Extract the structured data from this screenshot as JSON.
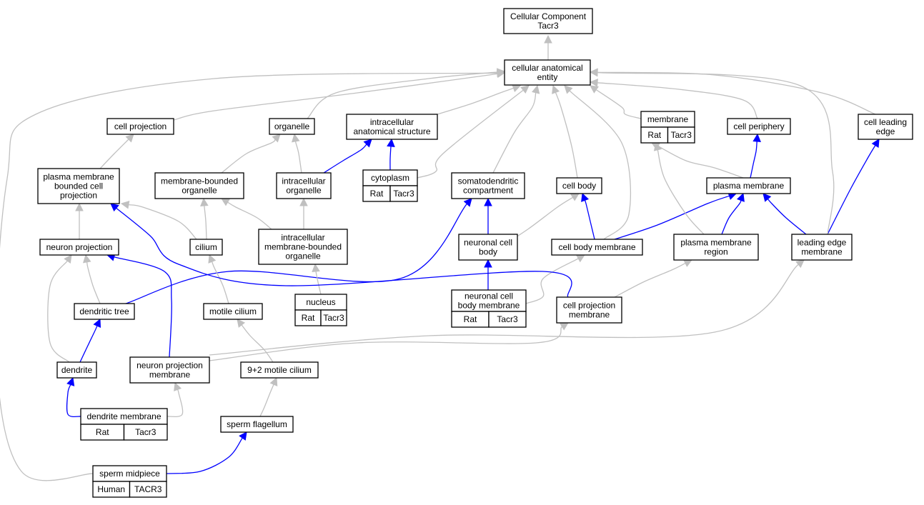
{
  "diagram": {
    "nodes": {
      "root": {
        "lines": [
          "Cellular Component",
          "Tacr3"
        ]
      },
      "cae": {
        "lines": [
          "cellular anatomical",
          "entity"
        ]
      },
      "cellproj": {
        "lines": [
          "cell projection"
        ]
      },
      "organelle": {
        "lines": [
          "organelle"
        ]
      },
      "ias": {
        "lines": [
          "intracellular",
          "anatomical structure"
        ]
      },
      "membrane": {
        "lines": [
          "membrane"
        ]
      },
      "cellperiph": {
        "lines": [
          "cell periphery"
        ]
      },
      "cle": {
        "lines": [
          "cell leading",
          "edge"
        ]
      },
      "pmbcp": {
        "lines": [
          "plasma membrane",
          "bounded cell",
          "projection"
        ]
      },
      "mbo": {
        "lines": [
          "membrane-bounded",
          "organelle"
        ]
      },
      "io": {
        "lines": [
          "intracellular",
          "organelle"
        ]
      },
      "cytoplasm": {
        "lines": [
          "cytoplasm"
        ]
      },
      "sdc": {
        "lines": [
          "somatodendritic",
          "compartment"
        ]
      },
      "cellbody": {
        "lines": [
          "cell body"
        ]
      },
      "pm": {
        "lines": [
          "plasma membrane"
        ]
      },
      "neuronproj": {
        "lines": [
          "neuron projection"
        ]
      },
      "cilium": {
        "lines": [
          "cilium"
        ]
      },
      "imbo": {
        "lines": [
          "intracellular",
          "membrane-bounded",
          "organelle"
        ]
      },
      "ncb": {
        "lines": [
          "neuronal cell",
          "body"
        ]
      },
      "cbm": {
        "lines": [
          "cell body membrane"
        ]
      },
      "pmr": {
        "lines": [
          "plasma membrane",
          "region"
        ]
      },
      "lem": {
        "lines": [
          "leading edge",
          "membrane"
        ]
      },
      "dtree": {
        "lines": [
          "dendritic tree"
        ]
      },
      "motcil": {
        "lines": [
          "motile cilium"
        ]
      },
      "nucleus": {
        "lines": [
          "nucleus"
        ]
      },
      "ncbm": {
        "lines": [
          "neuronal cell",
          "body membrane"
        ]
      },
      "cpm": {
        "lines": [
          "cell projection",
          "membrane"
        ]
      },
      "dendrite": {
        "lines": [
          "dendrite"
        ]
      },
      "npm": {
        "lines": [
          "neuron projection",
          "membrane"
        ]
      },
      "nine2": {
        "lines": [
          "9+2 motile cilium"
        ]
      },
      "dm": {
        "lines": [
          "dendrite membrane"
        ]
      },
      "sf": {
        "lines": [
          "sperm flagellum"
        ]
      },
      "smp": {
        "lines": [
          "sperm midpiece"
        ]
      }
    },
    "annotations": {
      "membrane": {
        "species": "Rat",
        "gene": "Tacr3",
        "color": "#FFD700"
      },
      "cytoplasm": {
        "species": "Rat",
        "gene": "Tacr3",
        "color": "#FFD700"
      },
      "nucleus": {
        "species": "Rat",
        "gene": "Tacr3",
        "color": "#FFD700"
      },
      "ncbm": {
        "species": "Rat",
        "gene": "Tacr3",
        "color": "#FFD700"
      },
      "dm": {
        "species": "Rat",
        "gene": "Tacr3",
        "color": "#FFD700"
      },
      "smp": {
        "species": "Human",
        "gene": "TACR3",
        "color": "#FF6347"
      }
    },
    "edges": [
      {
        "from": "cae",
        "to": "root",
        "rel": "is_a"
      },
      {
        "from": "cellproj",
        "to": "cae",
        "rel": "is_a"
      },
      {
        "from": "organelle",
        "to": "cae",
        "rel": "is_a"
      },
      {
        "from": "ias",
        "to": "cae",
        "rel": "is_a"
      },
      {
        "from": "membrane",
        "to": "cae",
        "rel": "is_a"
      },
      {
        "from": "cellperiph",
        "to": "cae",
        "rel": "is_a"
      },
      {
        "from": "cle",
        "to": "cae",
        "rel": "is_a"
      },
      {
        "from": "pmbcp",
        "to": "cellproj",
        "rel": "is_a"
      },
      {
        "from": "mbo",
        "to": "organelle",
        "rel": "is_a"
      },
      {
        "from": "io",
        "to": "organelle",
        "rel": "is_a"
      },
      {
        "from": "io",
        "to": "ias",
        "rel": "part_of"
      },
      {
        "from": "cytoplasm",
        "to": "ias",
        "rel": "part_of"
      },
      {
        "from": "cytoplasm",
        "to": "cae",
        "rel": "is_a"
      },
      {
        "from": "sdc",
        "to": "cae",
        "rel": "is_a"
      },
      {
        "from": "cellbody",
        "to": "cae",
        "rel": "is_a"
      },
      {
        "from": "cbm",
        "to": "cae",
        "rel": "is_a"
      },
      {
        "from": "pm",
        "to": "membrane",
        "rel": "is_a"
      },
      {
        "from": "pm",
        "to": "cellperiph",
        "rel": "part_of"
      },
      {
        "from": "neuronproj",
        "to": "pmbcp",
        "rel": "is_a"
      },
      {
        "from": "cilium",
        "to": "pmbcp",
        "rel": "is_a"
      },
      {
        "from": "cilium",
        "to": "mbo",
        "rel": "is_a"
      },
      {
        "from": "imbo",
        "to": "mbo",
        "rel": "is_a"
      },
      {
        "from": "imbo",
        "to": "io",
        "rel": "is_a"
      },
      {
        "from": "ncb",
        "to": "sdc",
        "rel": "part_of"
      },
      {
        "from": "ncb",
        "to": "cellbody",
        "rel": "is_a"
      },
      {
        "from": "cbm",
        "to": "cellbody",
        "rel": "part_of"
      },
      {
        "from": "cbm",
        "to": "pm",
        "rel": "part_of"
      },
      {
        "from": "pmr",
        "to": "membrane",
        "rel": "is_a"
      },
      {
        "from": "pmr",
        "to": "pm",
        "rel": "part_of"
      },
      {
        "from": "lem",
        "to": "pm",
        "rel": "part_of"
      },
      {
        "from": "lem",
        "to": "cle",
        "rel": "part_of"
      },
      {
        "from": "lem",
        "to": "cae",
        "rel": "is_a"
      },
      {
        "from": "dtree",
        "to": "neuronproj",
        "rel": "is_a"
      },
      {
        "from": "dtree",
        "to": "sdc",
        "rel": "part_of"
      },
      {
        "from": "motcil",
        "to": "cilium",
        "rel": "is_a"
      },
      {
        "from": "nucleus",
        "to": "imbo",
        "rel": "is_a"
      },
      {
        "from": "ncbm",
        "to": "ncb",
        "rel": "part_of"
      },
      {
        "from": "ncbm",
        "to": "cbm",
        "rel": "is_a"
      },
      {
        "from": "cpm",
        "to": "pmbcp",
        "rel": "part_of"
      },
      {
        "from": "cpm",
        "to": "pmr",
        "rel": "is_a"
      },
      {
        "from": "dendrite",
        "to": "dtree",
        "rel": "part_of"
      },
      {
        "from": "dendrite",
        "to": "neuronproj",
        "rel": "is_a"
      },
      {
        "from": "npm",
        "to": "neuronproj",
        "rel": "part_of"
      },
      {
        "from": "npm",
        "to": "cpm",
        "rel": "is_a"
      },
      {
        "from": "npm",
        "to": "lem",
        "rel": "is_a"
      },
      {
        "from": "nine2",
        "to": "motcil",
        "rel": "is_a"
      },
      {
        "from": "dm",
        "to": "dendrite",
        "rel": "part_of"
      },
      {
        "from": "dm",
        "to": "npm",
        "rel": "is_a"
      },
      {
        "from": "sf",
        "to": "nine2",
        "rel": "is_a"
      },
      {
        "from": "smp",
        "to": "sf",
        "rel": "part_of"
      },
      {
        "from": "smp",
        "to": "cae",
        "rel": "is_a"
      }
    ],
    "colors": {
      "is_a_edge": "#C0C0C0",
      "part_of_edge": "#0000FF",
      "rat_annotation": "#FFD700",
      "human_annotation": "#FF6347"
    }
  }
}
